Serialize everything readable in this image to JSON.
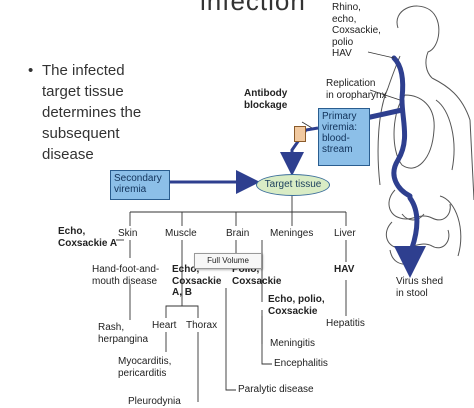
{
  "slide": {
    "title_fragment": "infection",
    "bullet": "The infected\ntarget tissue\ndetermines the\nsubsequent\ndisease"
  },
  "top_right": {
    "viruses": "Rhino,\necho,\nCoxsackie,\npolio\nHAV",
    "replication": "Replication\nin oropharynx",
    "virus_shed": "Virus shed\nin stool"
  },
  "flow": {
    "antibody_blockage": "Antibody\nblockage",
    "primary_viremia": "Primary\nviremia:\nblood-\nstream",
    "secondary_viremia": "Secondary\nviremia",
    "target_tissue": "Target tissue"
  },
  "tissues": [
    "Skin",
    "Muscle",
    "Brain",
    "Meninges",
    "Liver"
  ],
  "virus_labels": {
    "echo_coxsackie_a": "Echo,\nCoxsackie A",
    "echo_coxsackie_ab": "Echo,\nCoxsackie\nA, B",
    "polio_coxsackie": "Polio,\nCoxsackie",
    "echo_polio_coxsackie": "Echo, polio,\nCoxsackie",
    "hav": "HAV"
  },
  "diseases": {
    "hand_foot_mouth": "Hand-foot-and-\nmouth disease",
    "rash": "Rash,\nherpangina",
    "heart": "Heart",
    "thorax": "Thorax",
    "myocarditis": "Myocarditis,\npericarditis",
    "pleurodynia": "Pleurodynia",
    "paralytic": "Paralytic disease",
    "meningitis": "Meningitis",
    "encephalitis": "Encephalitis",
    "hepatitis": "Hepatitis"
  },
  "tooltip": "Full Volume",
  "colors": {
    "box_fill": "#8cbfe8",
    "arrow": "#2e3f8f",
    "target_fill": "#d9ecc5",
    "anatomy_line": "#555555"
  }
}
